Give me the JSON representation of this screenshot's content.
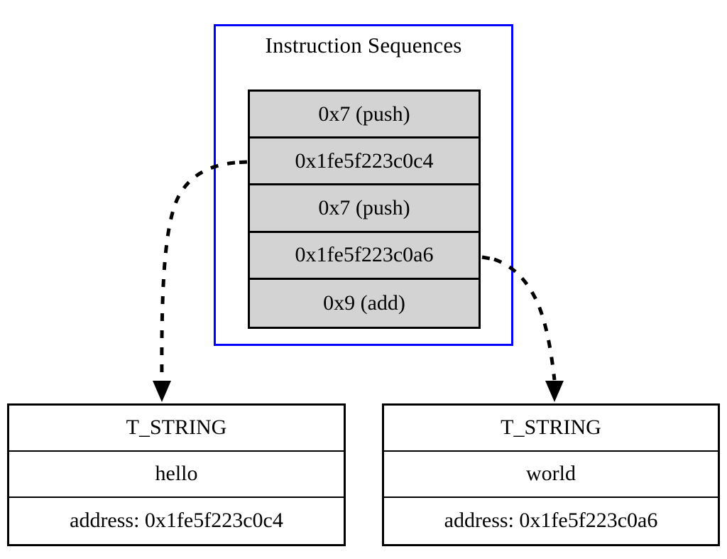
{
  "diagram": {
    "title": "Instruction Sequences",
    "cluster_border_color": "#0000ff",
    "row_fill_color": "#d3d3d3",
    "node_border_color": "#000000",
    "background_color": "#ffffff",
    "edge_style": "dotted",
    "arrowhead": "filled-triangle"
  },
  "instructions": {
    "label": "Instruction Sequences",
    "rows": [
      {
        "text": "0x7 (push)"
      },
      {
        "text": "0x1fe5f223c0c4"
      },
      {
        "text": "0x7 (push)"
      },
      {
        "text": "0x1fe5f223c0a6"
      },
      {
        "text": "0x9 (add)"
      }
    ]
  },
  "leaf_left": {
    "type": "T_STRING",
    "value": "hello",
    "address": "address: 0x1fe5f223c0c4"
  },
  "leaf_right": {
    "type": "T_STRING",
    "value": "world",
    "address": "address: 0x1fe5f223c0a6"
  },
  "edges": [
    {
      "name": "edge-to-hello",
      "from": "0x1fe5f223c0c4",
      "to": "T_STRING hello"
    },
    {
      "name": "edge-to-world",
      "from": "0x1fe5f223c0a6",
      "to": "T_STRING world"
    }
  ]
}
